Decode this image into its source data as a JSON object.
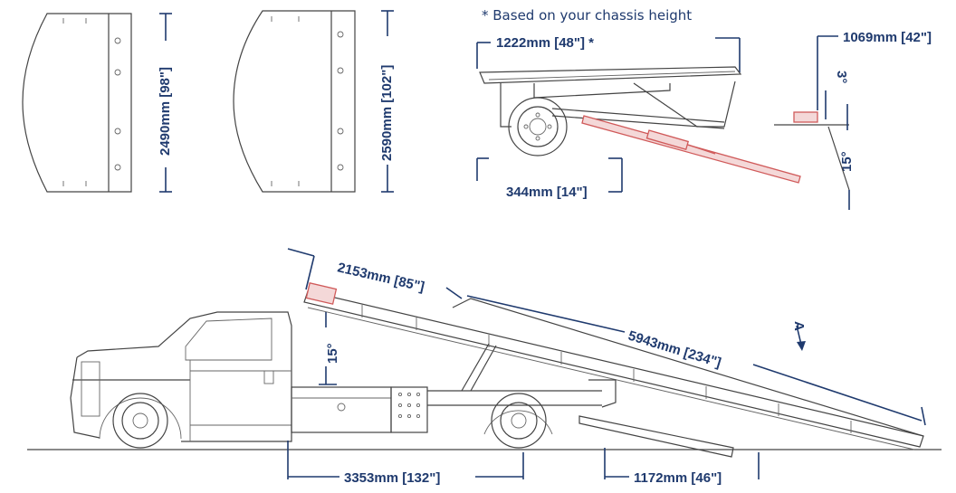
{
  "note": "* Based on your chassis height",
  "dims": {
    "deck_width_98": "2490mm [98\"]",
    "deck_width_102": "2590mm [102\"]",
    "top_1222": "1222mm [48\"] *",
    "side_1069": "1069mm [42\"]",
    "angle_3": "3°",
    "angle_15_small": "15°",
    "bottom_344": "344mm [14\"]",
    "len_2153": "2153mm [85\"]",
    "len_5943": "5943mm [234\"]",
    "angle_15_main": "15°",
    "wheelbase_3353": "3353mm [132\"]",
    "rear_1172": "1172mm [46\"]",
    "view_label": "A"
  },
  "colors": {
    "dimension": "#1f3a6e",
    "line": "#444444",
    "highlight": "#d05a5a"
  }
}
